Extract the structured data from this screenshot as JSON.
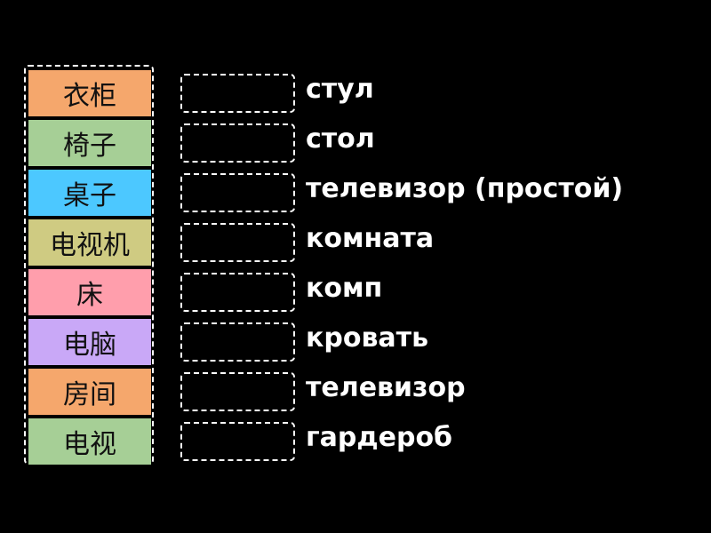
{
  "tiles": [
    {
      "text": "衣柜",
      "color": "#f5a76c"
    },
    {
      "text": "椅子",
      "color": "#a6cf96"
    },
    {
      "text": "桌子",
      "color": "#4cc8ff"
    },
    {
      "text": "电视机",
      "color": "#cfcb82"
    },
    {
      "text": "床",
      "color": "#ff9eac"
    },
    {
      "text": "电脑",
      "color": "#c9a8f7"
    },
    {
      "text": "房间",
      "color": "#f5a76c"
    },
    {
      "text": "电视",
      "color": "#a6cf96"
    }
  ],
  "targets": [
    "стул",
    "стол",
    "телевизор (простой)",
    "комната",
    "комп",
    "кровать",
    "телевизор",
    "гардероб"
  ]
}
